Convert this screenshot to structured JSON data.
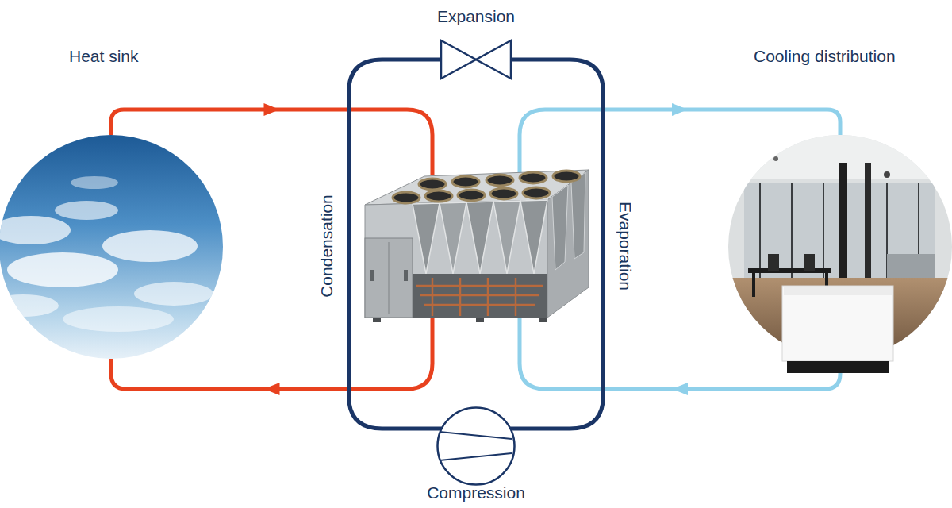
{
  "diagram": {
    "nodes": [
      {
        "text": [
          "Heat sink"
        ]
      },
      {
        "text": [
          "Expansion"
        ]
      },
      {
        "text": [
          "Cooling distribution"
        ]
      },
      {
        "text": [
          "Condensation"
        ]
      },
      {
        "text": [
          "Evaporation"
        ]
      },
      {
        "text": [
          "Compression"
        ]
      }
    ],
    "edges": [
      {
        "from": 0,
        "to": 3,
        "arrow": "to"
      },
      {
        "from": 3,
        "to": 0,
        "arrow": "to"
      },
      {
        "from": 4,
        "to": 2,
        "arrow": "to"
      },
      {
        "from": 2,
        "to": 4,
        "arrow": "to"
      },
      {
        "from": 3,
        "to": 1,
        "arrow": "none"
      },
      {
        "from": 1,
        "to": 4,
        "arrow": "none"
      },
      {
        "from": 4,
        "to": 5,
        "arrow": "none"
      },
      {
        "from": 5,
        "to": 3,
        "arrow": "none"
      }
    ]
  }
}
